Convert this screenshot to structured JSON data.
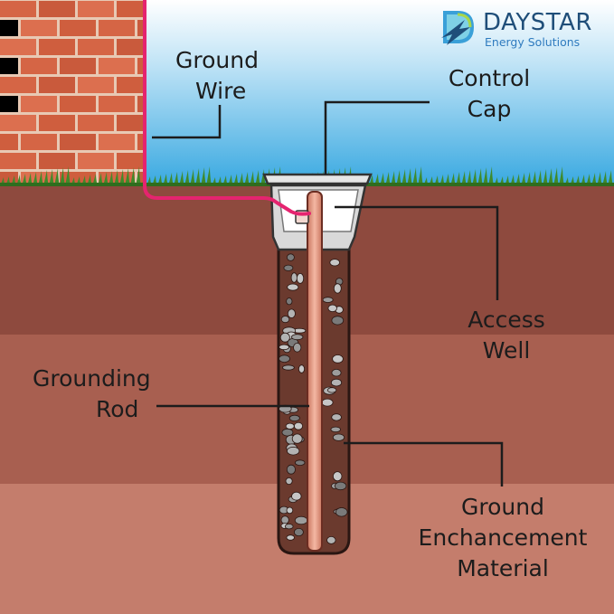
{
  "brand": {
    "name": "DAYSTAR",
    "tagline": "Energy Solutions",
    "logo_icon": "daystar-logo-icon"
  },
  "labels": {
    "ground_wire": [
      "Ground",
      "Wire"
    ],
    "control_cap": [
      "Control",
      "Cap"
    ],
    "access_well": [
      "Access",
      "Well"
    ],
    "grounding_rod": [
      "Grounding",
      "Rod"
    ],
    "ground_enhancement_material": [
      "Ground",
      "Enchancement",
      "Material"
    ]
  },
  "colors": {
    "sky": "#39a9e1",
    "brick": "#d56545",
    "mortar": "#e8c9b4",
    "grass": "#3f8a2a",
    "soil_top": "#8e4a3e",
    "soil_mid": "#a85f50",
    "soil_bottom": "#c47d6c",
    "ground_wire": "#e5246f",
    "rod": "#e9a08b",
    "fill_material": "#6b3a2e",
    "brand_dark": "#1f4e79",
    "brand_light": "#2f7bbf"
  }
}
